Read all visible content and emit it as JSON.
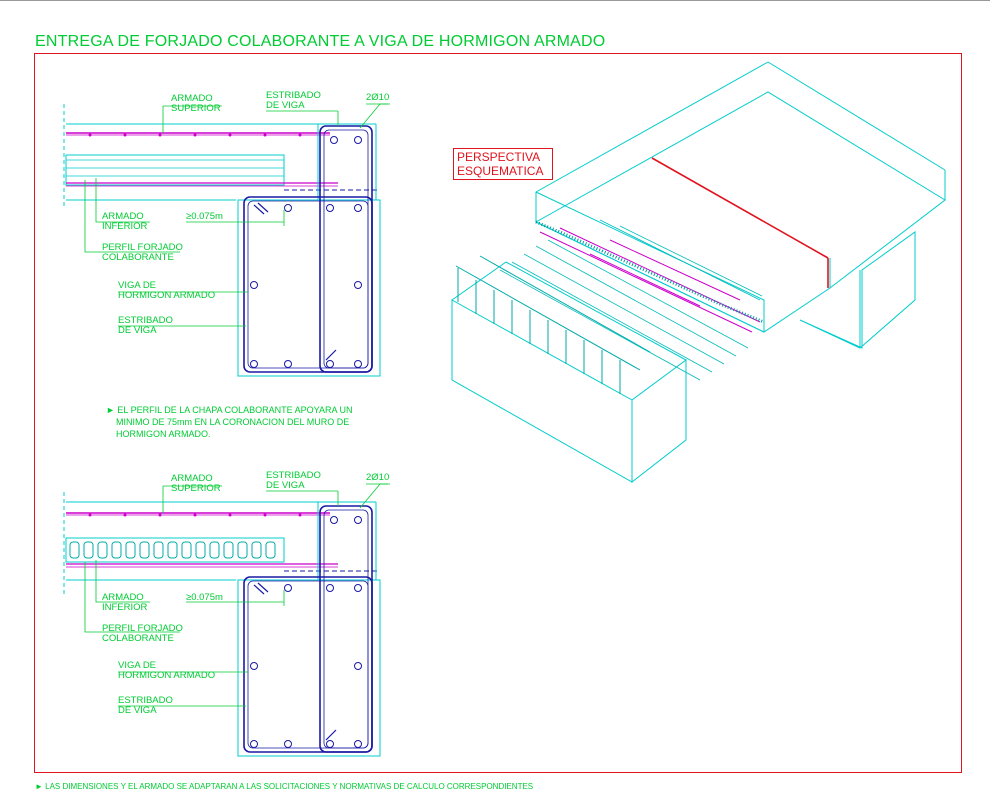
{
  "title": "ENTREGA DE FORJADO COLABORANTE A VIGA DE HORMIGON ARMADO",
  "colors": {
    "label": "#00cc33",
    "frame": "#e0141e",
    "cyan": "#00cccc",
    "blue": "#1a1aa6",
    "magenta": "#cc00cc"
  },
  "detail_top": {
    "armado_superior": [
      "ARMADO",
      "SUPERIOR"
    ],
    "estribado_viga_top": [
      "ESTRIBADO",
      "DE VIGA"
    ],
    "bar": "2Ø10",
    "armado_inferior": [
      "ARMADO",
      "INFERIOR"
    ],
    "dimension": "≥0.075m",
    "perfil": [
      "PERFIL FORJADO",
      "COLABORANTE"
    ],
    "viga": [
      "VIGA DE",
      "HORMIGON ARMADO"
    ],
    "estribado_viga": [
      "ESTRIBADO",
      "DE VIGA"
    ]
  },
  "note": [
    "► EL PERFIL DE LA CHAPA COLABORANTE APOYARA UN",
    "MINIMO DE 75mm EN LA CORONACION DEL MURO DE",
    "HORMIGON ARMADO."
  ],
  "detail_bottom": {
    "armado_superior": [
      "ARMADO",
      "SUPERIOR"
    ],
    "estribado_viga_top": [
      "ESTRIBADO",
      "DE VIGA"
    ],
    "bar": "2Ø10",
    "armado_inferior": [
      "ARMADO",
      "INFERIOR"
    ],
    "dimension": "≥0.075m",
    "perfil": [
      "PERFIL FORJADO",
      "COLABORANTE"
    ],
    "viga": [
      "VIGA DE",
      "HORMIGON ARMADO"
    ],
    "estribado_viga": [
      "ESTRIBADO",
      "DE VIGA"
    ]
  },
  "perspective_label": [
    "PERSPECTIVA",
    "ESQUEMATICA"
  ],
  "footer": "► LAS DIMENSIONES Y EL ARMADO SE ADAPTARAN A LAS SOLICITACIONES Y NORMATIVAS DE CALCULO CORRESPONDIENTES"
}
